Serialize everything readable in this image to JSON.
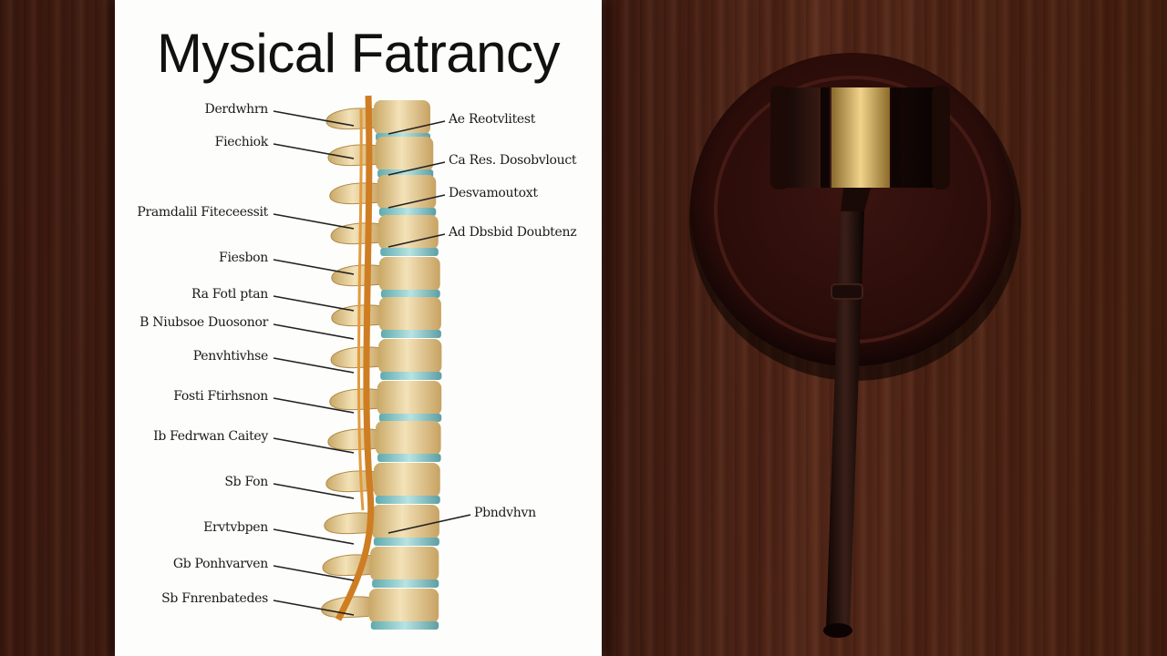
{
  "poster": {
    "title": "Mysical Fatrancy"
  },
  "labels_left": [
    "Derdwhrn",
    "Fiechiok",
    "Pramdalil Fiteceessit",
    "Fiesbon",
    "Ra Fotl ptan",
    "B Niubsoe Duosonor",
    "Penvhtivhse",
    "Fosti Ftirhsnon",
    "Ib Fedrwan Caitey",
    "Sb Fon",
    "Ervtvbpen",
    "Gb Ponhvarven",
    "Sb Fnrenbatedes"
  ],
  "labels_right": [
    "Ae Reotvlitest",
    "Ca Res. Dosobvlouct",
    "Desvamoutoxt",
    "Ad Dbsbid Doubtenz",
    "Pbndvhvn"
  ],
  "objects": {
    "gavel": "gavel-icon",
    "sound_block": "sound-block-icon"
  },
  "colors": {
    "wood": "#4a2215",
    "board": "#fdfdfb",
    "bone": "#e8d3a0",
    "disc": "#8cc8c8",
    "nerve": "#d98a2a",
    "gavel_band": "#d9b25e",
    "gavel_dark": "#1c0f0b"
  }
}
